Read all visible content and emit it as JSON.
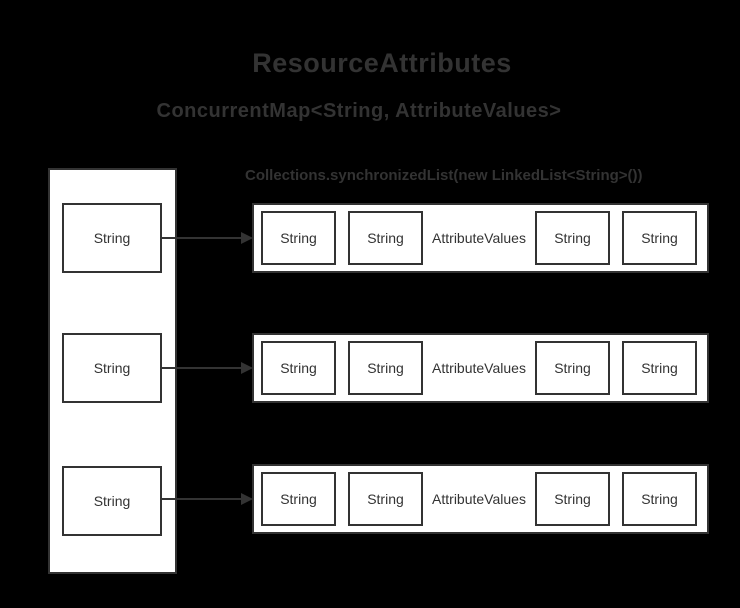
{
  "title": "ResourceAttributes",
  "subtitle": "ConcurrentMap<String, AttributeValues>",
  "list_label": "Collections.synchronizedList(new LinkedList<String>())",
  "colors": {
    "background": "#000000",
    "stroke": "#333333",
    "box_fill": "#ffffff",
    "text": "#333333"
  },
  "map": {
    "rows": [
      {
        "key": "String",
        "left_cells": [
          "String",
          "String"
        ],
        "center_label": "AttributeValues",
        "right_cells": [
          "String",
          "String"
        ]
      },
      {
        "key": "String",
        "left_cells": [
          "String",
          "String"
        ],
        "center_label": "AttributeValues",
        "right_cells": [
          "String",
          "String"
        ]
      },
      {
        "key": "String",
        "left_cells": [
          "String",
          "String"
        ],
        "center_label": "AttributeValues",
        "right_cells": [
          "String",
          "String"
        ]
      }
    ]
  }
}
